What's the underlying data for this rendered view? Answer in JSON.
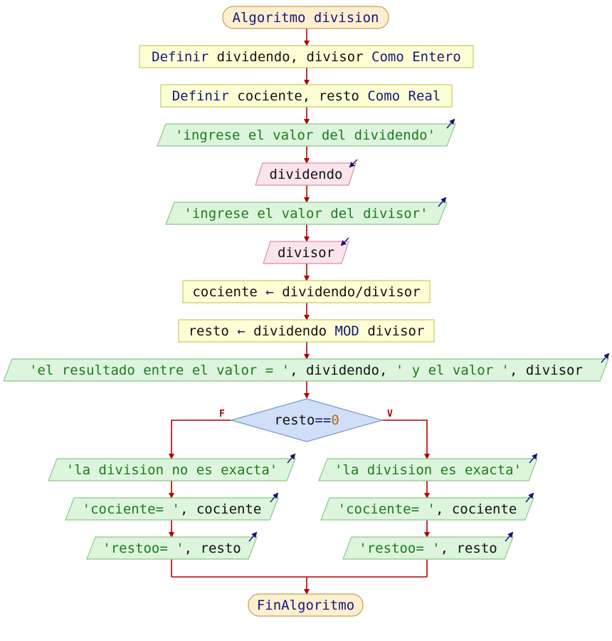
{
  "colors": {
    "arrow": "#b00000",
    "process_fill": "#ffffd6",
    "process_stroke": "#c8c864",
    "output_fill": "#dcf5dc",
    "output_stroke": "#8cc88c",
    "input_fill": "#fce4ec",
    "input_stroke": "#dc8ca0",
    "terminal_fill": "#fdefcf",
    "terminal_stroke": "#c8a050",
    "decision_fill": "#cfdff8",
    "decision_stroke": "#7a96c8",
    "keyword": "#17177a",
    "string": "#1f7a1f",
    "number": "#b5651d"
  },
  "start": {
    "text": "Algoritmo division"
  },
  "end": {
    "text": "FinAlgoritmo"
  },
  "definir1": {
    "kw1": "Definir",
    "vars": "dividendo, divisor",
    "kw2": "Como Entero"
  },
  "definir2": {
    "kw1": "Definir",
    "vars": "cociente, resto",
    "kw2": "Como Real"
  },
  "out1": {
    "text": "'ingrese el valor del dividendo'"
  },
  "in1": {
    "text": "dividendo"
  },
  "out2": {
    "text": "'ingrese el valor del divisor'"
  },
  "in2": {
    "text": "divisor"
  },
  "assign1": {
    "target": "cociente",
    "arrow": "←",
    "expr": "dividendo/divisor"
  },
  "assign2": {
    "target": "resto",
    "arrow": "←",
    "expr_a": "dividendo",
    "op": "MOD",
    "expr_b": "divisor"
  },
  "out3": {
    "s1": "'el resultado entre el valor = '",
    "v1": ", dividendo, ",
    "s2": "' y el valor '",
    "v2": ", divisor"
  },
  "decision": {
    "var": "resto",
    "op": "==",
    "num": "0",
    "false_label": "F",
    "true_label": "V"
  },
  "false_branch": {
    "out_a": "'la division no es exacta'",
    "out_b_str": "'cociente= '",
    "out_b_var": ", cociente",
    "out_c_str": "'restoo= '",
    "out_c_var": ", resto"
  },
  "true_branch": {
    "out_a": "'la division es exacta'",
    "out_b_str": "'cociente= '",
    "out_b_var": ", cociente",
    "out_c_str": "'restoo= '",
    "out_c_var": ", resto"
  },
  "icons": {
    "output": "output-arrow-icon",
    "input": "input-arrow-icon"
  }
}
